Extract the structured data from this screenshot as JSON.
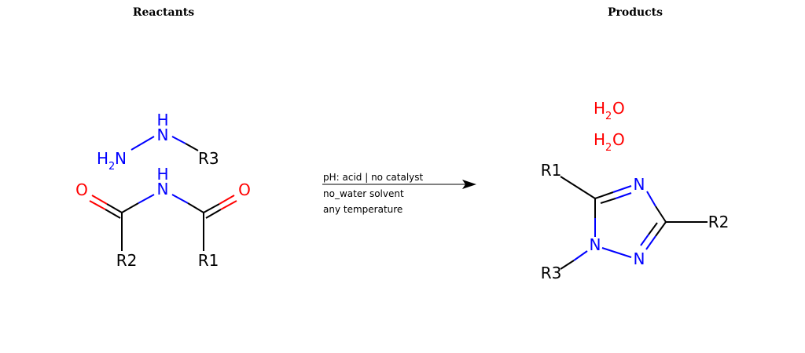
{
  "headers": {
    "reactants": "Reactants",
    "products": "Products"
  },
  "colors": {
    "carbon": "#000000",
    "nitrogen": "#0000FF",
    "oxygen": "#FF0000"
  },
  "conditions": {
    "ph": "pH: acid | no catalyst",
    "solvent": "no_water solvent",
    "temperature": "any temperature"
  },
  "reactants": {
    "hydrazine": {
      "nh_h": "H",
      "nh_n": "N",
      "nh2_h": "H",
      "nh2_sub": "2",
      "nh2_n": "N",
      "r3": "R3"
    },
    "diacylamine": {
      "nh_h": "H",
      "nh_n": "N",
      "o_left": "O",
      "o_right": "O",
      "r2": "R2",
      "r1": "R1"
    }
  },
  "products": {
    "water_1": {
      "h": "H",
      "sub": "2",
      "o": "O"
    },
    "water_2": {
      "h": "H",
      "sub": "2",
      "o": "O"
    },
    "triazole": {
      "r1": "R1",
      "r2": "R2",
      "r3": "R3",
      "n_top": "N",
      "n_bottom": "N",
      "n_left": "N"
    }
  }
}
